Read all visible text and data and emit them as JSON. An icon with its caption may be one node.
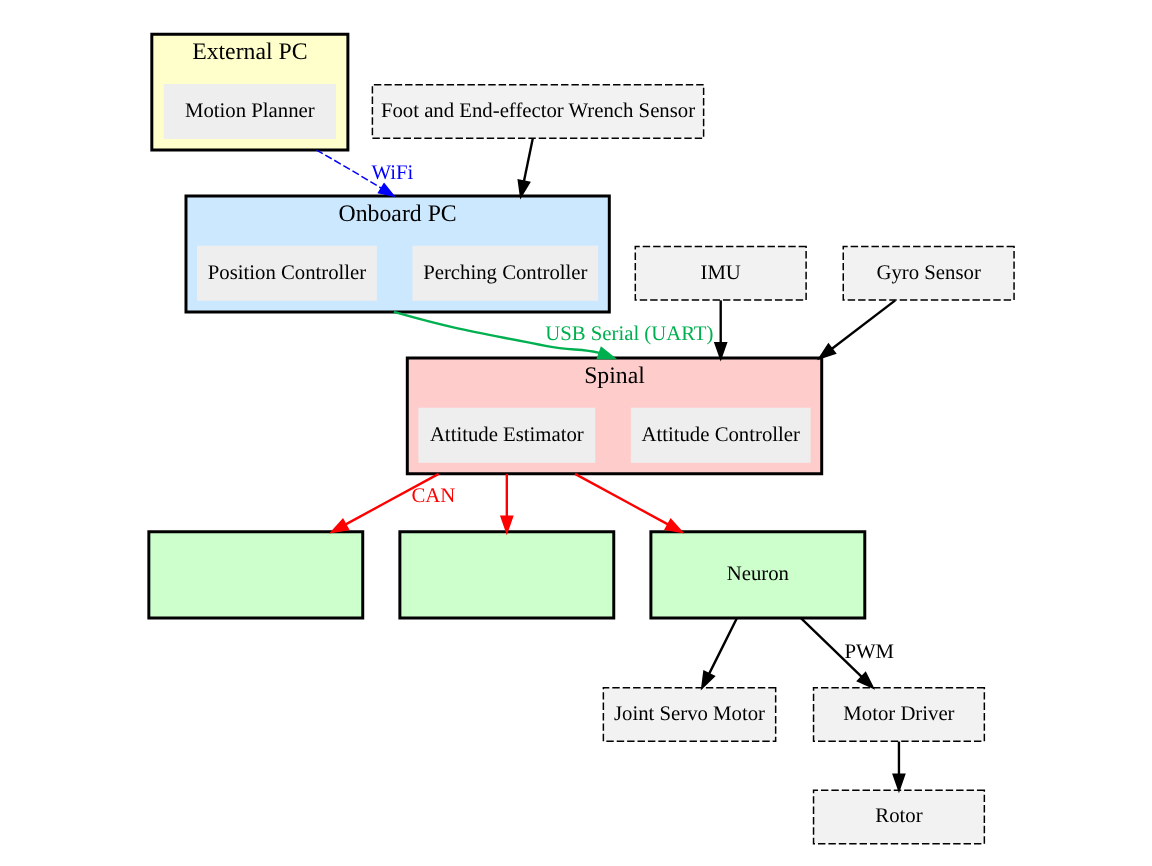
{
  "diagram": {
    "nodes": [
      {
        "text": [
          "External PC"
        ]
      },
      {
        "text": [
          "Motion Planner"
        ],
        "in": 0
      },
      {
        "text": [
          "Onboard PC"
        ]
      },
      {
        "text": [
          "Perching Controller"
        ],
        "in": 2
      },
      {
        "text": [
          "Position Controller"
        ],
        "in": 2
      },
      {
        "text": [
          "Spinal"
        ]
      },
      {
        "text": [
          "Attitude Controller"
        ],
        "in": 5
      },
      {
        "text": [
          "Attitude Estimator"
        ],
        "in": 5
      },
      {
        "text": [
          "IMU"
        ]
      },
      {
        "text": [
          "Gyro Sensor"
        ]
      },
      {
        "text": [],
        "shape": "box"
      },
      {
        "text": [],
        "shape": "box"
      },
      {
        "text": [
          "Neuron"
        ]
      },
      {
        "text": [
          "Joint Servo Motor"
        ]
      },
      {
        "text": [
          "Motor Driver"
        ]
      },
      {
        "text": [
          "Rotor"
        ]
      },
      {
        "text": [
          "Foot and End-effector Wrench Sensor"
        ]
      }
    ],
    "edges": [
      {
        "from": 0,
        "to": 2,
        "arrow": "to",
        "label": "WiFi",
        "style": "dashed",
        "color": "#0000ff"
      },
      {
        "from": 2,
        "to": 5,
        "arrow": "to",
        "label": "USB Serial (UART)",
        "color": "#00b050"
      },
      {
        "from": 8,
        "to": 5,
        "arrow": "to"
      },
      {
        "from": 9,
        "to": 5,
        "arrow": "to"
      },
      {
        "from": 5,
        "to": 10,
        "arrow": "to",
        "label": "CAN",
        "color": "#ff0000"
      },
      {
        "from": 5,
        "to": 11,
        "arrow": "to",
        "color": "#ff0000"
      },
      {
        "from": 5,
        "to": 12,
        "arrow": "to",
        "color": "#ff0000"
      },
      {
        "from": 12,
        "to": 13,
        "arrow": "to"
      },
      {
        "from": 12,
        "to": 14,
        "arrow": "to",
        "label": "PWM"
      },
      {
        "from": 14,
        "to": 15,
        "arrow": "to"
      },
      {
        "from": 16,
        "to": 2,
        "arrow": "to"
      }
    ]
  }
}
